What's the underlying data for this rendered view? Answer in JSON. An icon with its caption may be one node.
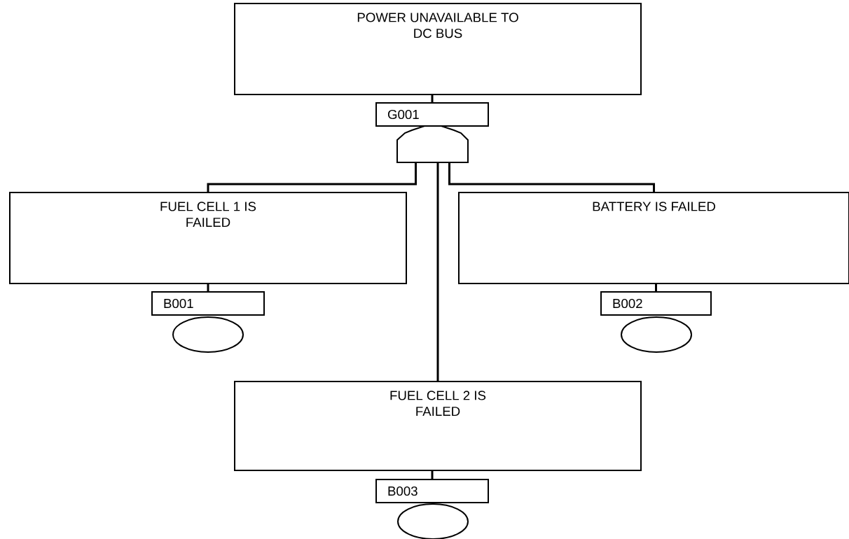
{
  "diagram": {
    "nodes": [
      {
        "text": [
          "POWER UNAVAILABLE TO DC BUS"
        ]
      },
      {
        "text": [
          "G001"
        ]
      },
      {
        "text": [],
        "shape": "gate"
      },
      {
        "text": [
          "FUEL CELL 1 IS FAILED"
        ]
      },
      {
        "text": [
          "B001"
        ]
      },
      {
        "text": [],
        "shape": "circle"
      },
      {
        "text": [
          "BATTERY IS FAILED"
        ]
      },
      {
        "text": [
          "B002"
        ]
      },
      {
        "text": [],
        "shape": "circle"
      },
      {
        "text": [
          "FUEL CELL 2 IS FAILED"
        ]
      },
      {
        "text": [
          "B003"
        ]
      },
      {
        "text": [],
        "shape": "circle"
      }
    ],
    "edges": [
      {
        "from": 0,
        "to": 1,
        "arrow": "none"
      },
      {
        "from": 2,
        "to": 3,
        "arrow": "none"
      },
      {
        "from": 2,
        "to": 6,
        "arrow": "none"
      },
      {
        "from": 2,
        "to": 9,
        "arrow": "none"
      },
      {
        "from": 3,
        "to": 4,
        "arrow": "none"
      },
      {
        "from": 6,
        "to": 7,
        "arrow": "none"
      },
      {
        "from": 9,
        "to": 10,
        "arrow": "none"
      }
    ]
  }
}
